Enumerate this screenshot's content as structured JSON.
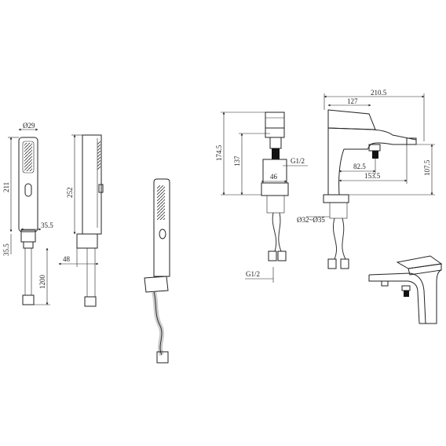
{
  "dimensions": {
    "handshower_diameter": "Ø29",
    "handshower_length": "211",
    "holder_width": "35.5",
    "holder_height": "35.5",
    "hose_length": "1200",
    "side_height": "252",
    "side_holder_depth": "48",
    "spout_height": "174.5",
    "body_height": "137",
    "thread_top": "G1/2",
    "base_width": "46",
    "thread_bottom": "G1/2",
    "overall_length": "210.5",
    "top_length": "127",
    "spout_reach_inner": "82.5",
    "spout_reach_outer": "153.5",
    "right_height": "107.5",
    "base_diameter": "Ø32~Ø35"
  }
}
